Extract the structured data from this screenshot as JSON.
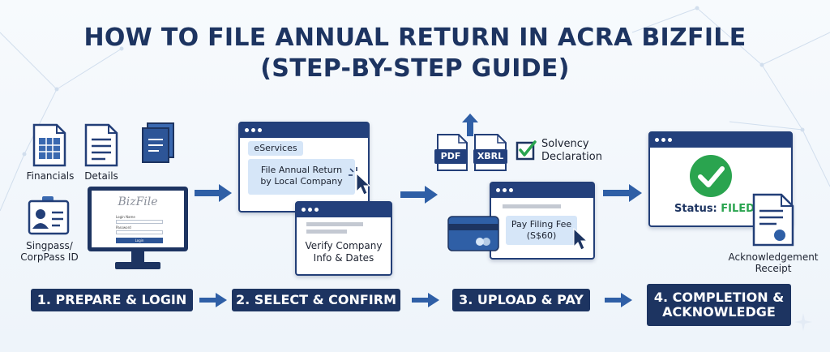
{
  "title": {
    "line1": "HOW TO FILE ANNUAL RETURN IN ACRA BIZFILE",
    "line2": "(STEP-BY-STEP GUIDE)"
  },
  "prepare": {
    "financials_label": "Financials",
    "details_label": "Details",
    "id_label_line1": "Singpass/",
    "id_label_line2": "CorpPass ID",
    "monitor_logo": "BizFile",
    "login_heading": "Login Name",
    "password_label": "Password",
    "login_button": "Login"
  },
  "select": {
    "eservices_label": "eServices",
    "file_return_line1": "File Annual Return",
    "file_return_line2": "by Local Company",
    "verify_line1": "Verify Company",
    "verify_line2": "Info & Dates"
  },
  "upload": {
    "pdf_label": "PDF",
    "xbrl_label": "XBRL",
    "solvency_line1": "Solvency",
    "solvency_line2": "Declaration",
    "pay_line1": "Pay Filing Fee",
    "pay_line2": "(S$60)"
  },
  "complete": {
    "status_prefix": "Status:",
    "status_value": "FILED",
    "receipt_line1": "Acknowledgement",
    "receipt_line2": "Receipt"
  },
  "steps": [
    {
      "label": "1. PREPARE & LOGIN"
    },
    {
      "label": "2. SELECT & CONFIRM"
    },
    {
      "label": "3. UPLOAD & PAY"
    },
    {
      "label_line1": "4. COMPLETION &",
      "label_line2": "ACKNOWLEDGE"
    }
  ],
  "colors": {
    "navy": "#1d3461",
    "arrow_blue": "#2f5fa6",
    "success_green": "#2aa44f",
    "pill_blue": "#d6e6f8"
  }
}
